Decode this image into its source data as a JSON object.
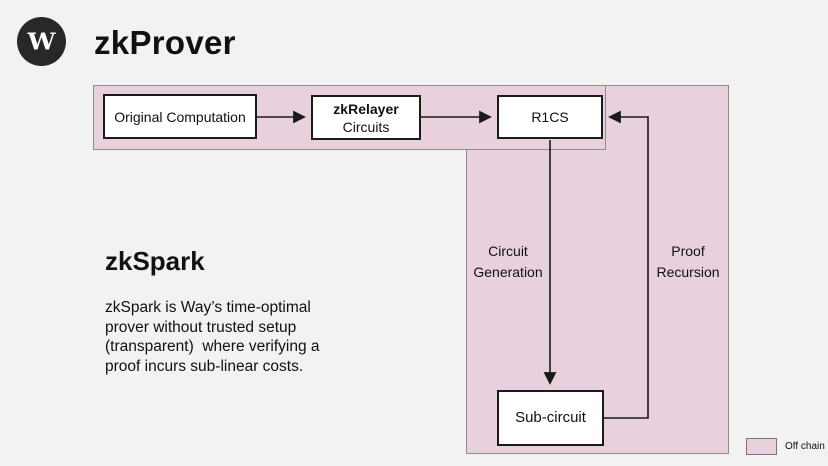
{
  "colors": {
    "background": "#f2f2f2",
    "offchain_fill": "#e8d1dc",
    "region_border": "#8d8d8d",
    "box_border": "#1a1a1a",
    "logo_bg": "#26282a"
  },
  "header": {
    "logo_letter": "W",
    "title": "zkProver"
  },
  "diagram": {
    "nodes": {
      "original_computation": "Original Computation",
      "zkrelayer_line1": "zkRelayer",
      "zkrelayer_line2": "Circuits",
      "r1cs": "R1CS",
      "subcircuit": "Sub-circuit"
    },
    "edge_labels": {
      "circuit_generation_line1": "Circuit",
      "circuit_generation_line2": "Generation",
      "proof_recursion_line1": "Proof",
      "proof_recursion_line2": "Recursion"
    }
  },
  "sidebar": {
    "heading": "zkSpark",
    "description_lines": [
      "zkSpark is Way’s time-optimal",
      "prover without trusted setup",
      "(transparent)  where verifying a",
      "proof incurs sub-linear costs."
    ]
  },
  "legend": {
    "label": "Off chain"
  }
}
